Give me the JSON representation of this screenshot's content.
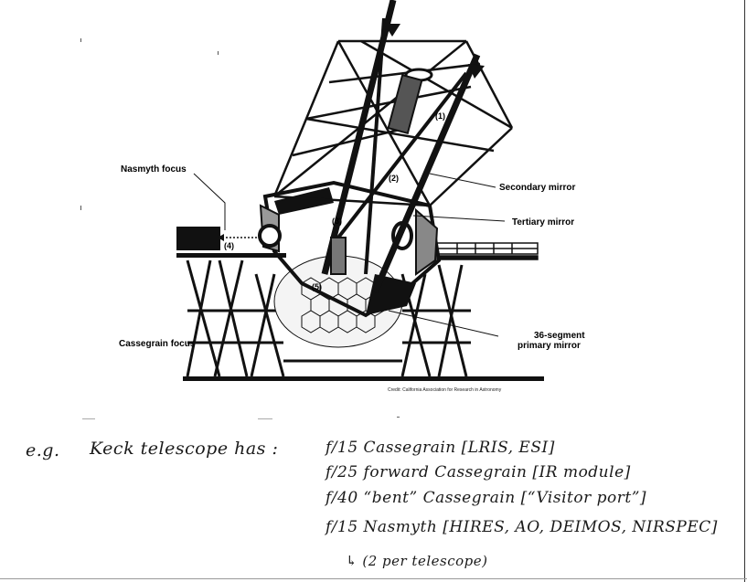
{
  "diagram": {
    "labels": {
      "nasmyth_focus": "Nasmyth focus",
      "secondary_mirror": "Secondary mirror",
      "tertiary_mirror": "Tertiary mirror",
      "primary_mirror_line1": "36-segment",
      "primary_mirror_line2": "primary mirror",
      "cassegrain_focus": "Cassegrain focus"
    },
    "markers": [
      "(1)",
      "(2)",
      "(3)",
      "(4)",
      "(5)"
    ],
    "credit": "Credit: California Association for Research in Astronomy"
  },
  "notes": {
    "prefix": "e.g.",
    "intro": "Keck telescope has :",
    "lines": [
      "f/15  Cassegrain  [LRIS, ESI]",
      "f/25  forward Cassegrain  [IR module]",
      "f/40  “bent” Cassegrain  [“Visitor port”]",
      "f/15  Nasmyth  [HIRES, AO, DEIMOS, NIRSPEC]"
    ],
    "aside": "↳ (2 per telescope)"
  },
  "colors": {
    "ink": "#111111",
    "paper": "#ffffff"
  }
}
